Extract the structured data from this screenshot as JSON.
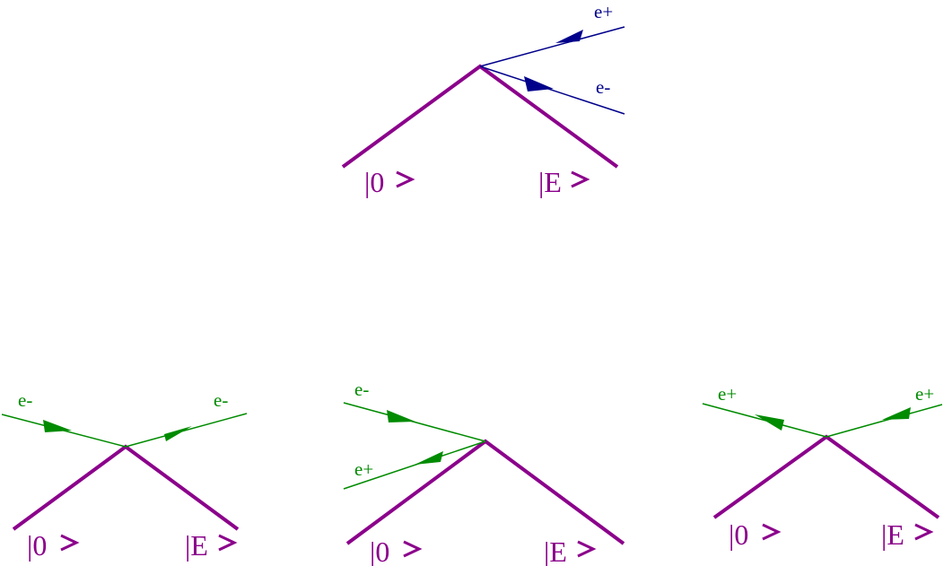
{
  "colors": {
    "state_line": "#8b008b",
    "electron_top": "#00008b",
    "electron_bottom": "#008b00"
  },
  "labels": {
    "e_plus": "e+",
    "e_minus": "e-",
    "state_zero": "|0",
    "state_E": "|E"
  },
  "diagrams": [
    {
      "name": "pair-creation",
      "incoming": "",
      "outgoing": [
        "e+",
        "e-"
      ]
    },
    {
      "name": "electron-scattering",
      "incoming": [
        "e-"
      ],
      "outgoing": [
        "e-"
      ]
    },
    {
      "name": "pair-annihilation",
      "incoming": [
        "e-",
        "e+"
      ],
      "outgoing": []
    },
    {
      "name": "positron-scattering",
      "incoming": [
        "e+"
      ],
      "outgoing": [
        "e+"
      ]
    }
  ]
}
